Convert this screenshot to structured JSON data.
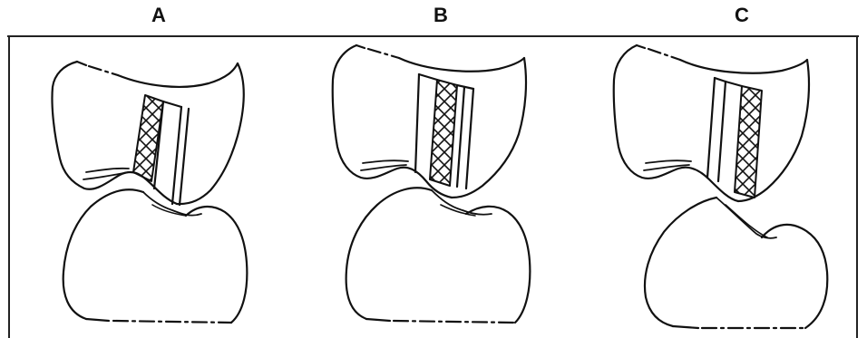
{
  "figure": {
    "panels": [
      {
        "label": "A"
      },
      {
        "label": "B"
      },
      {
        "label": "C"
      }
    ]
  },
  "colors": {
    "line": "#111111",
    "frame": "#222222",
    "background": "#ffffff"
  }
}
